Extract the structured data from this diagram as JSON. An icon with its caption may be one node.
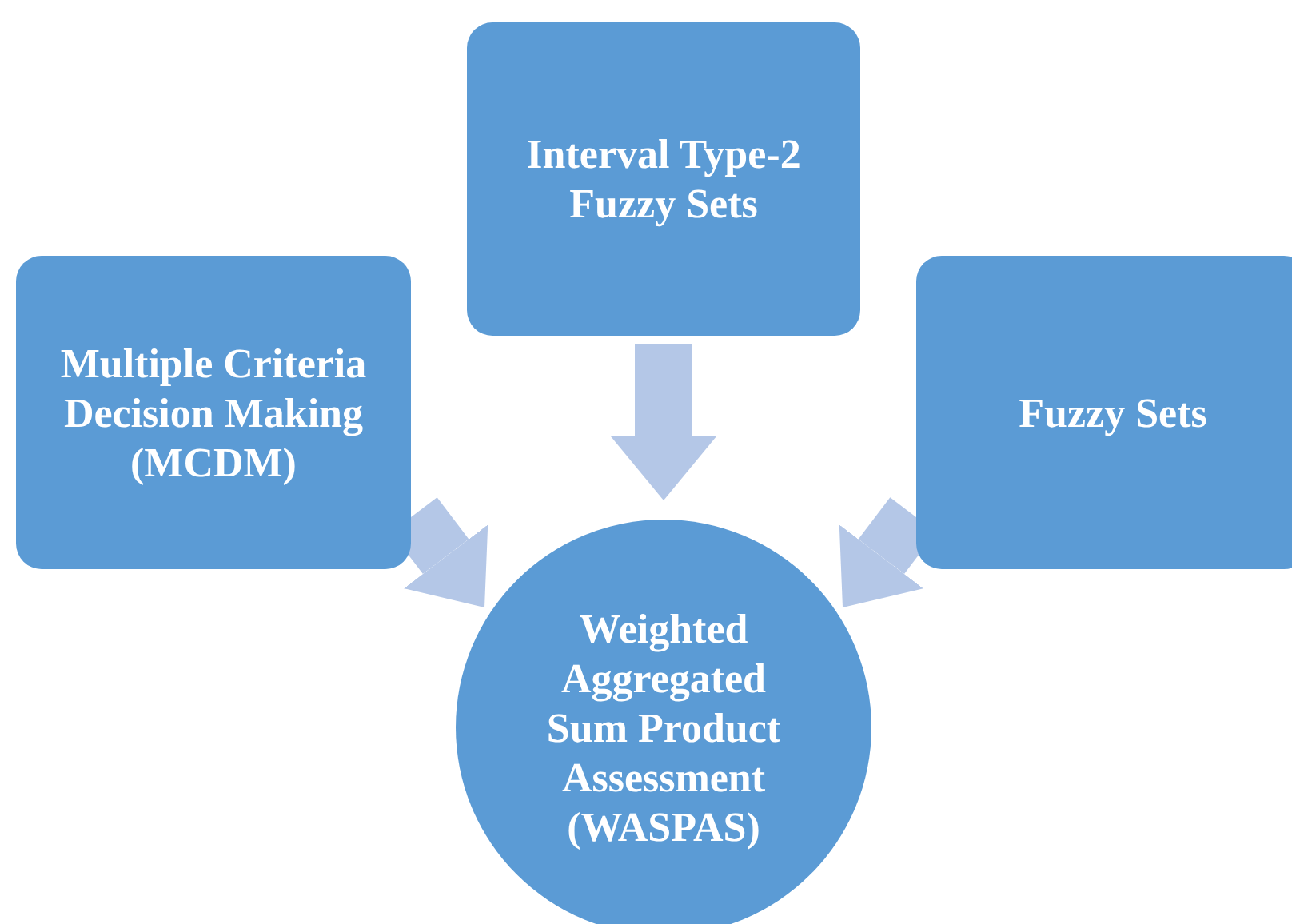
{
  "diagram": {
    "nodes": [
      {
        "text": [
          "Multiple Criteria Decision Making (MCDM)"
        ]
      },
      {
        "text": [
          "Interval Type-2 Fuzzy Sets"
        ]
      },
      {
        "text": [
          "Fuzzy Sets"
        ]
      },
      {
        "text": [
          "Weighted Aggregated Sum Product Assessment (WASPAS)"
        ]
      }
    ],
    "edges": [
      {
        "from": 0,
        "to": 3,
        "arrow": "to"
      },
      {
        "from": 1,
        "to": 3,
        "arrow": "to"
      },
      {
        "from": 2,
        "to": 3,
        "arrow": "to"
      }
    ]
  }
}
